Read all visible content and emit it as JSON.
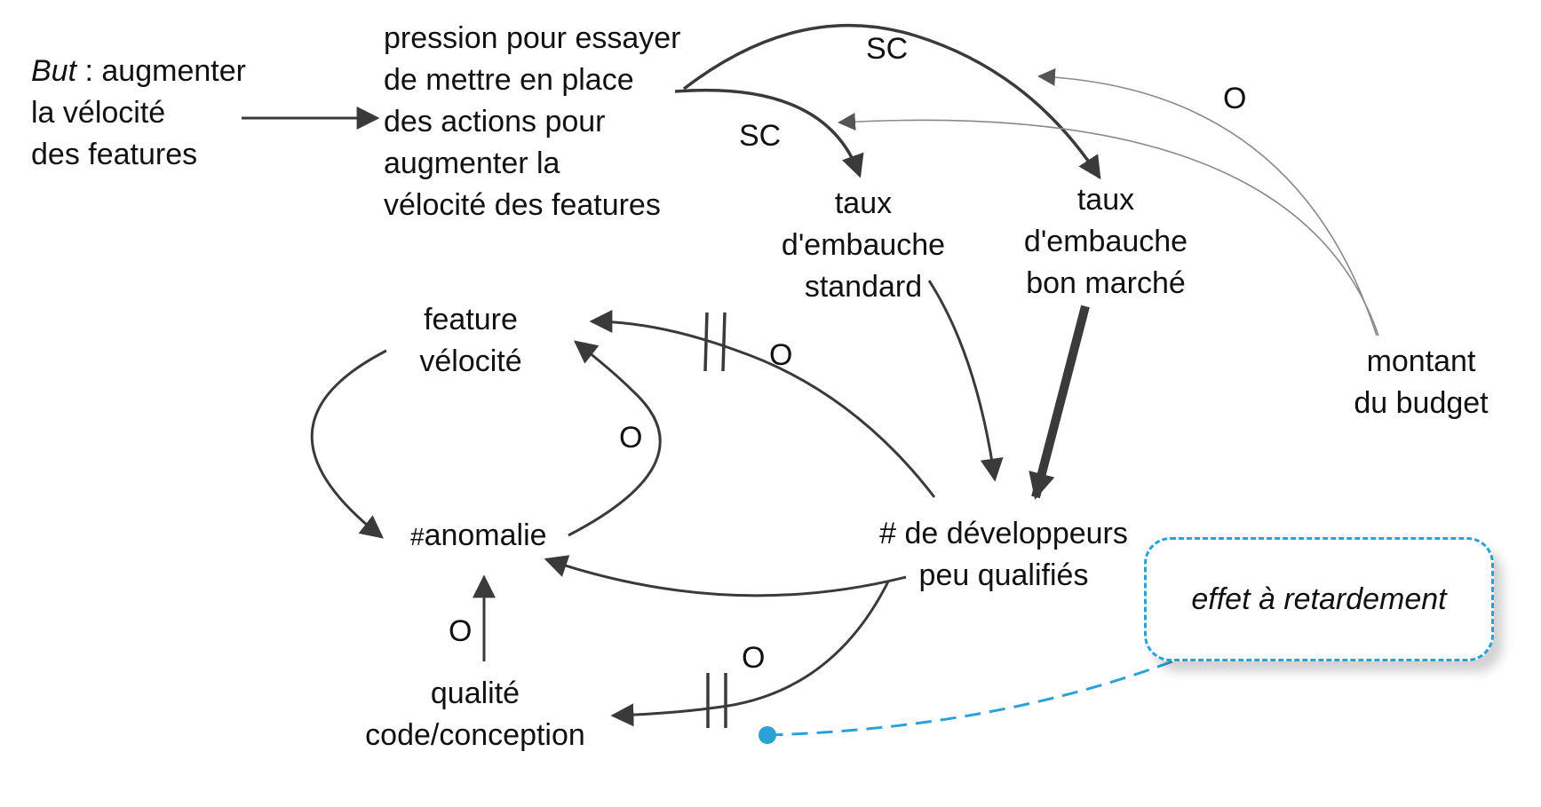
{
  "goal": {
    "prefix": "But",
    "sep": " : ",
    "line1": "augmenter",
    "line2": "la vélocité",
    "line3": "des features"
  },
  "pressure": {
    "lines": [
      "pression pour essayer",
      "de mettre en place",
      "des actions pour",
      "augmenter la",
      "vélocité des features"
    ]
  },
  "standard_hiring": {
    "lines": [
      "taux",
      "d'embauche",
      "standard"
    ]
  },
  "cheap_hiring": {
    "lines": [
      "taux",
      "d'embauche",
      "bon marché"
    ]
  },
  "budget": {
    "lines": [
      "montant",
      "du budget"
    ]
  },
  "velocity": {
    "lines": [
      "feature",
      "vélocité"
    ]
  },
  "anomalies": {
    "hash": "#",
    "label": "anomalie"
  },
  "quality": {
    "lines": [
      "qualité",
      "code/conception"
    ]
  },
  "unskilled": {
    "lines": [
      "# de développeurs",
      "peu qualifiés"
    ]
  },
  "callout": "effet à retardement",
  "polarity": {
    "same": "SC",
    "opposite": "O"
  },
  "colors": {
    "ink": "#3a3a3a",
    "thin": "#8a8a8a",
    "callout": "#2aa2d6"
  }
}
